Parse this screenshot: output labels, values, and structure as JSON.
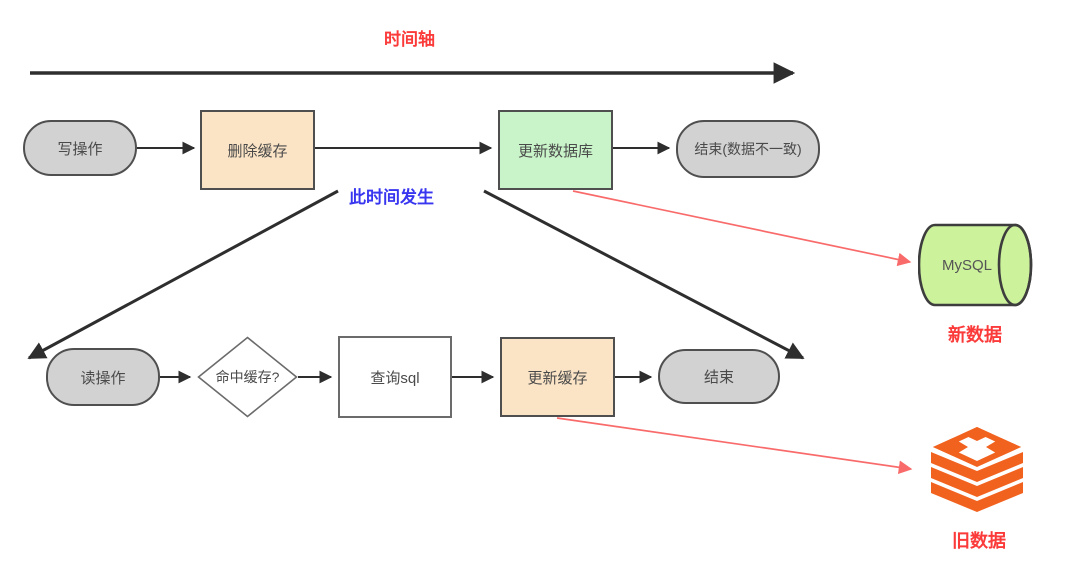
{
  "timeline": {
    "label": "时间轴"
  },
  "annotation": {
    "label": "此时间发生"
  },
  "write_flow": {
    "start": "写操作",
    "delete_cache": "删除缓存",
    "update_db": "更新数据库",
    "end": "结束(数据不一致)"
  },
  "read_flow": {
    "start": "读操作",
    "hit_cache": "命中缓存?",
    "query_sql": "查询sql",
    "update_cache": "更新缓存",
    "end": "结束"
  },
  "mysql": {
    "label": "MySQL",
    "caption": "新数据"
  },
  "redis": {
    "caption": "旧数据"
  },
  "icons": {
    "mysql_shape": "database-cylinder-icon",
    "redis_shape": "redis-stack-icon",
    "arrowhead": "arrowhead-triangle-icon"
  },
  "colors": {
    "red_label": "#fb3a3a",
    "blue_label": "#3936f0",
    "node_peach": "#fbe4c6",
    "node_green": "#c9f4c9",
    "node_gray": "#d2d2d2",
    "mysql_green": "#ccf29c",
    "redis_orange": "#f2621f",
    "arrow_black": "#2e2e2e",
    "arrow_red": "#f96b6b",
    "border_dark": "#4f4f4f"
  }
}
